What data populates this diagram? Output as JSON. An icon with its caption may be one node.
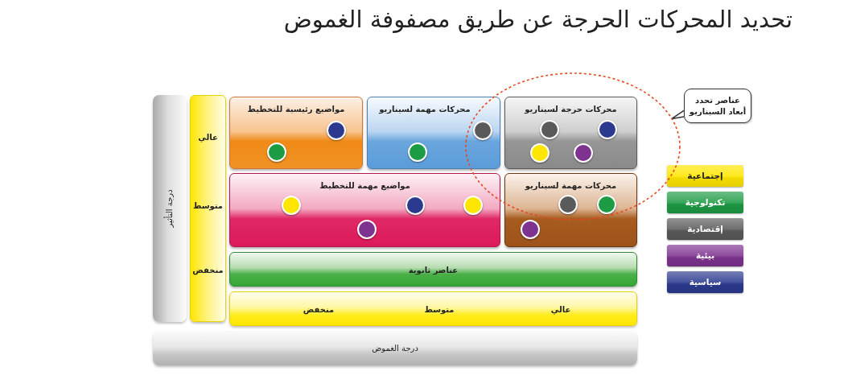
{
  "diagram": {
    "title": "تحديد المحركات الحرجة عن طريق مصفوفة الغموض",
    "nodes": [
      {
        "text": [
          "عناصر تحدد أبعاد السيناريو"
        ]
      },
      {
        "text": [],
        "shape": "ellipse"
      },
      {
        "text": [
          "محركات حرجة لسيناريو"
        ],
        "in": 1
      },
      {
        "text": [],
        "shape": "circle",
        "in": 2
      },
      {
        "text": [],
        "shape": "circle",
        "in": 2
      },
      {
        "text": [],
        "shape": "circle",
        "in": 2
      },
      {
        "text": [],
        "shape": "circle",
        "in": 2
      },
      {
        "text": [
          "محركات مهمة لسيناريو"
        ]
      },
      {
        "text": [],
        "shape": "circle"
      },
      {
        "text": [],
        "shape": "circle",
        "in": 7
      },
      {
        "text": [
          "مواضيع رئيسية للتخطيط"
        ]
      },
      {
        "text": [],
        "shape": "circle",
        "in": 10
      },
      {
        "text": [],
        "shape": "circle",
        "in": 10
      },
      {
        "text": [
          "محركات مهمة لسيناريو"
        ]
      },
      {
        "text": [],
        "shape": "circle"
      },
      {
        "text": [],
        "shape": "circle"
      },
      {
        "text": [],
        "shape": "circle",
        "in": 13
      },
      {
        "text": [
          "مواضيع مهمة للتخطيط"
        ]
      },
      {
        "text": [],
        "shape": "circle",
        "in": 17
      },
      {
        "text": [],
        "shape": "circle",
        "in": 17
      },
      {
        "text": [],
        "shape": "circle",
        "in": 17
      },
      {
        "text": [],
        "shape": "circle",
        "in": 17
      },
      {
        "text": [
          "عناصر ثانوية"
        ]
      },
      {
        "text": [
          "عالي",
          "متوسط",
          "منخفض"
        ]
      },
      {
        "text": [
          "درجة التأثير"
        ]
      },
      {
        "text": [
          "عالي",
          "متوسط",
          "منخفض"
        ]
      },
      {
        "text": [
          "درجة الغموض"
        ]
      }
    ],
    "edges": [
      {
        "from": 0,
        "to": 1,
        "arrow": "to"
      }
    ],
    "legend": [
      {
        "text": "إجتماعية",
        "color": "#ffe600"
      },
      {
        "text": "تكنولوجية",
        "color": "#1e9b45"
      },
      {
        "text": "إقتصادية",
        "color": "#5a5a5a"
      },
      {
        "text": "بيئية",
        "color": "#7e3390"
      },
      {
        "text": "سياسية",
        "color": "#2b3a8f"
      }
    ]
  }
}
